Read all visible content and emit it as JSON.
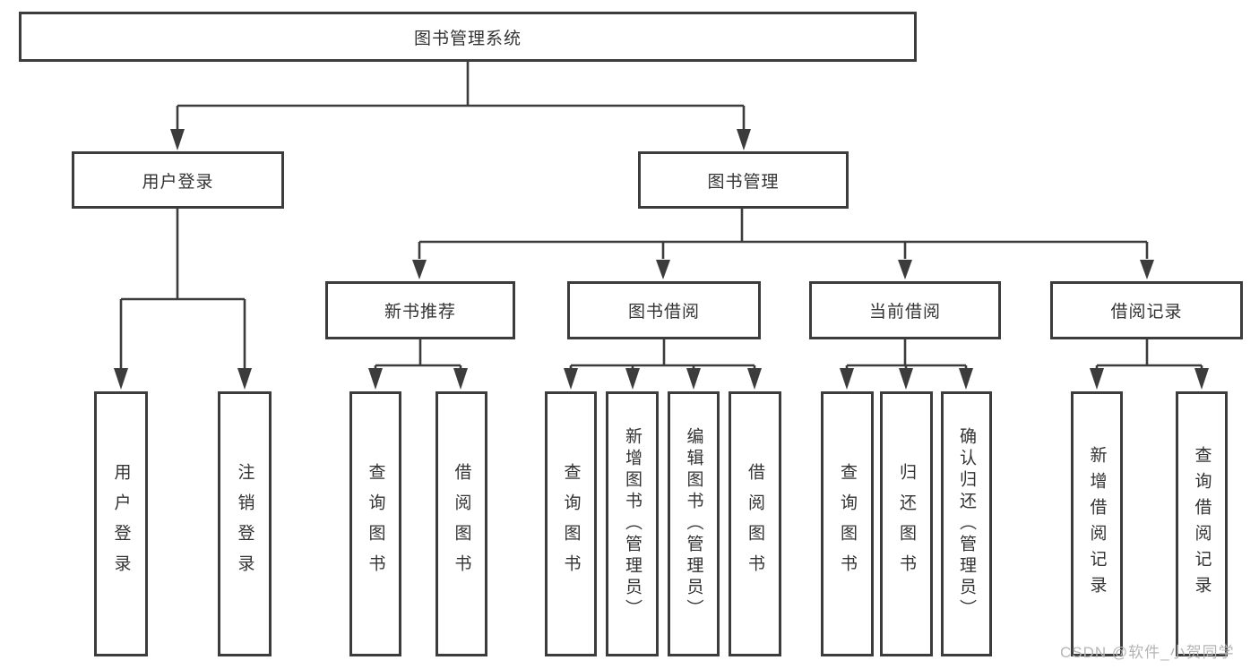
{
  "root": {
    "label": "图书管理系统"
  },
  "branches": [
    {
      "label": "用户登录",
      "children": [
        {
          "label": "用户登录"
        },
        {
          "label": "注销登录"
        }
      ]
    },
    {
      "label": "图书管理",
      "groups": [
        {
          "label": "新书推荐",
          "children": [
            {
              "label": "查询图书"
            },
            {
              "label": "借阅图书"
            }
          ]
        },
        {
          "label": "图书借阅",
          "children": [
            {
              "label": "查询图书"
            },
            {
              "label": "新增图书（管理员）"
            },
            {
              "label": "编辑图书（管理员）"
            },
            {
              "label": "借阅图书"
            }
          ]
        },
        {
          "label": "当前借阅",
          "children": [
            {
              "label": "查询图书"
            },
            {
              "label": "归还图书"
            },
            {
              "label": "确认归还（管理员）"
            }
          ]
        },
        {
          "label": "借阅记录",
          "children": [
            {
              "label": "新增借阅记录"
            },
            {
              "label": "查询借阅记录"
            }
          ]
        }
      ]
    }
  ],
  "watermark": "CSDN @软件_小贺同学",
  "colors": {
    "line": "#3c3c3c",
    "text": "#333333",
    "watermark": "#b5b5b5",
    "background": "#ffffff"
  }
}
